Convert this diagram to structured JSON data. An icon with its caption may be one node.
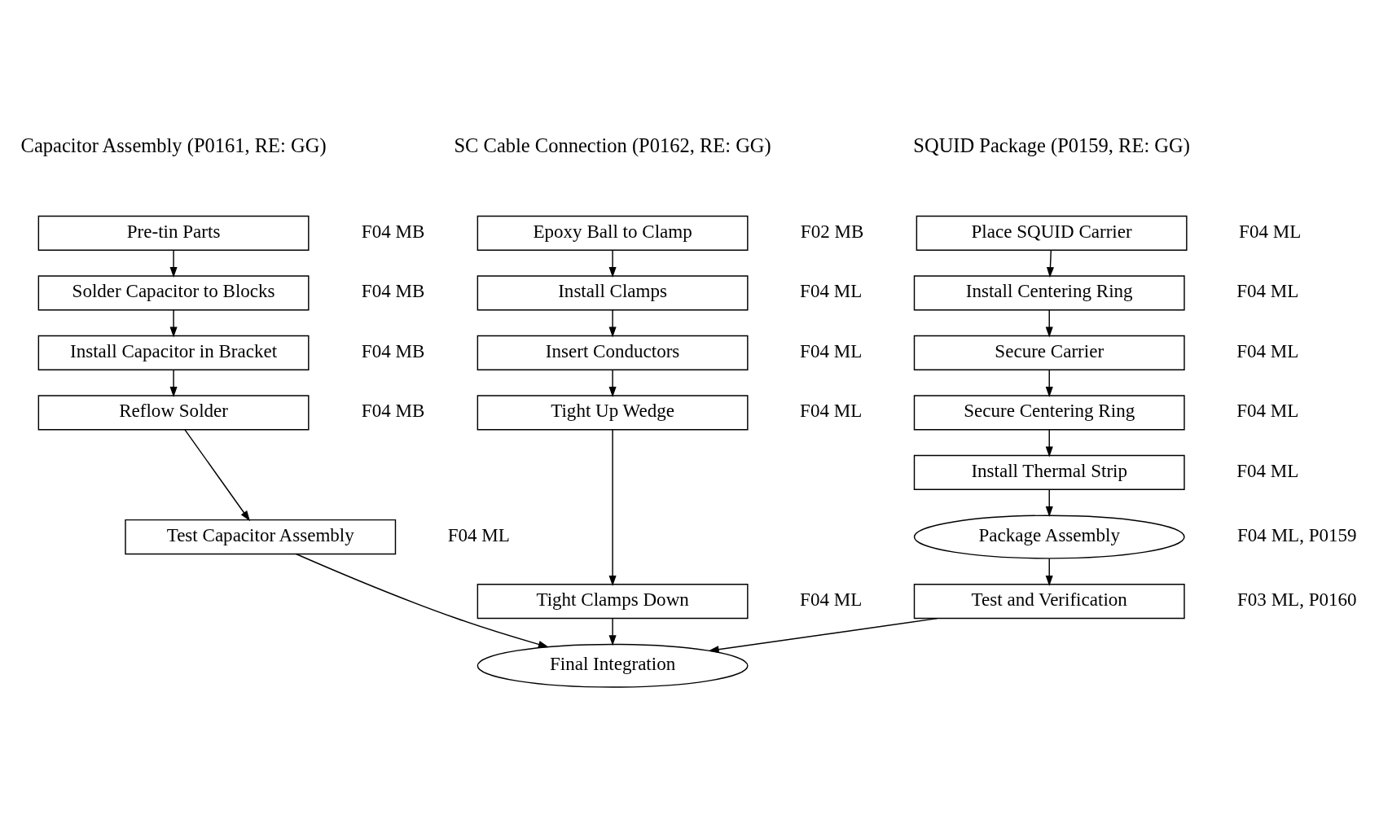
{
  "diagram": {
    "nodes": [
      {
        "text": [
          "Pre-tin Parts"
        ],
        "beside": [
          "F04 MB"
        ]
      },
      {
        "text": [
          "Solder Capacitor to Blocks"
        ],
        "beside": [
          "F04 MB"
        ]
      },
      {
        "text": [
          "Install Capacitor in Bracket"
        ],
        "beside": [
          "F04 MB"
        ]
      },
      {
        "text": [
          "Reflow Solder"
        ],
        "beside": [
          "F04 MB"
        ]
      },
      {
        "text": [
          "Test Capacitor Assembly"
        ],
        "beside": [
          "F04 ML"
        ]
      },
      {
        "text": [
          "Place SQUID Carrier"
        ],
        "beside": [
          "F04 ML"
        ]
      },
      {
        "text": [
          "Install Centering Ring"
        ],
        "beside": [
          "F04 ML"
        ]
      },
      {
        "text": [
          "Secure Carrier"
        ],
        "beside": [
          "F04 ML"
        ]
      },
      {
        "text": [
          "Secure Centering Ring"
        ],
        "beside": [
          "F04 ML"
        ]
      },
      {
        "text": [
          "Install Thermal Strip"
        ],
        "beside": [
          "F04 ML"
        ]
      },
      {
        "text": [
          "Epoxy Ball to Clamp"
        ],
        "beside": [
          "F02 MB"
        ]
      },
      {
        "text": [
          "Install Clamps"
        ],
        "beside": [
          "F04 ML"
        ]
      },
      {
        "text": [
          "Insert Conductors"
        ],
        "beside": [
          "F04 ML"
        ]
      },
      {
        "text": [
          "Tight Up Wedge"
        ],
        "beside": [
          "F04 ML"
        ]
      },
      {
        "text": [
          "Tight Clamps Down"
        ],
        "beside": [
          "F04 ML"
        ]
      },
      {
        "text": [
          "Package Assembly"
        ],
        "beside": [
          "F04 ML, P0159"
        ]
      },
      {
        "text": [
          "Test and Verification"
        ],
        "beside": [
          "F03 ML, P0160"
        ]
      },
      {
        "text": [
          "Final Integration"
        ]
      }
    ],
    "edges": [
      {
        "from": 0,
        "to": 1,
        "arrow": "to"
      },
      {
        "from": 1,
        "to": 2,
        "arrow": "to"
      },
      {
        "from": 2,
        "to": 3,
        "arrow": "to"
      },
      {
        "from": 3,
        "to": 4,
        "arrow": "to"
      },
      {
        "from": 5,
        "to": 6,
        "arrow": "to"
      },
      {
        "from": 6,
        "to": 7,
        "arrow": "to"
      },
      {
        "from": 7,
        "to": 8,
        "arrow": "to"
      },
      {
        "from": 8,
        "to": 9,
        "arrow": "to"
      },
      {
        "from": 10,
        "to": 11,
        "arrow": "to"
      },
      {
        "from": 11,
        "to": 12,
        "arrow": "to"
      },
      {
        "from": 12,
        "to": 13,
        "arrow": "to"
      },
      {
        "from": 13,
        "to": 14,
        "arrow": "to"
      },
      {
        "from": 9,
        "to": 15,
        "arrow": "to"
      },
      {
        "from": 15,
        "to": 16,
        "arrow": "to"
      },
      {
        "from": 16,
        "to": 17,
        "arrow": "to"
      },
      {
        "from": 4,
        "to": 17,
        "arrow": "to"
      },
      {
        "from": 14,
        "to": 17,
        "arrow": "to"
      }
    ],
    "labels": [
      "Capacitor Assembly (P0161, RE: GG)",
      "SQUID Package (P0159, RE: GG)",
      "SC Cable Connection (P0162, RE: GG)"
    ]
  }
}
